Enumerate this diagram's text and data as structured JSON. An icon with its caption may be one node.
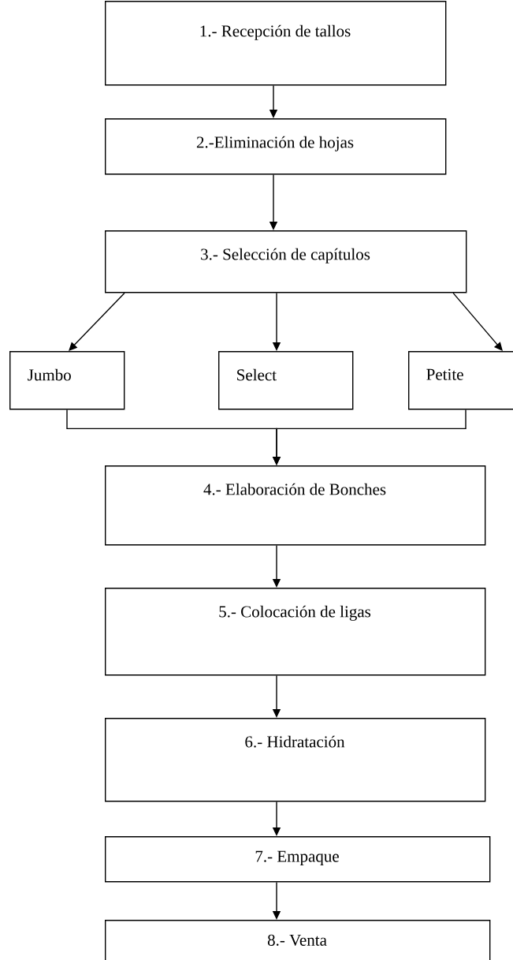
{
  "diagram": {
    "nodes": [
      {
        "text": [
          "1.- Recepción de tallos"
        ]
      },
      {
        "text": [
          "2.-Eliminación de hojas"
        ]
      },
      {
        "text": [
          "3.- Selección de capítulos"
        ]
      },
      {
        "text": [
          "Jumbo"
        ]
      },
      {
        "text": [
          "Select"
        ]
      },
      {
        "text": [
          "Petite"
        ]
      },
      {
        "text": [
          "4.- Elaboración de Bonches"
        ]
      },
      {
        "text": [
          "5.- Colocación de ligas"
        ]
      },
      {
        "text": [
          "6.- Hidratación"
        ]
      },
      {
        "text": [
          "7.- Empaque"
        ]
      },
      {
        "text": [
          "8.- Venta"
        ]
      }
    ],
    "edges": [
      {
        "from": 0,
        "to": 1,
        "arrow": "to"
      },
      {
        "from": 1,
        "to": 2,
        "arrow": "to"
      },
      {
        "from": 2,
        "to": 3,
        "arrow": "to"
      },
      {
        "from": 2,
        "to": 4,
        "arrow": "to"
      },
      {
        "from": 2,
        "to": 5,
        "arrow": "to"
      },
      {
        "from": 3,
        "to": 6,
        "arrow": "to"
      },
      {
        "from": 5,
        "to": 6,
        "arrow": "to"
      },
      {
        "from": 6,
        "to": 7,
        "arrow": "to"
      },
      {
        "from": 7,
        "to": 8,
        "arrow": "to"
      },
      {
        "from": 8,
        "to": 9,
        "arrow": "to"
      },
      {
        "from": 9,
        "to": 10,
        "arrow": "to"
      }
    ]
  }
}
